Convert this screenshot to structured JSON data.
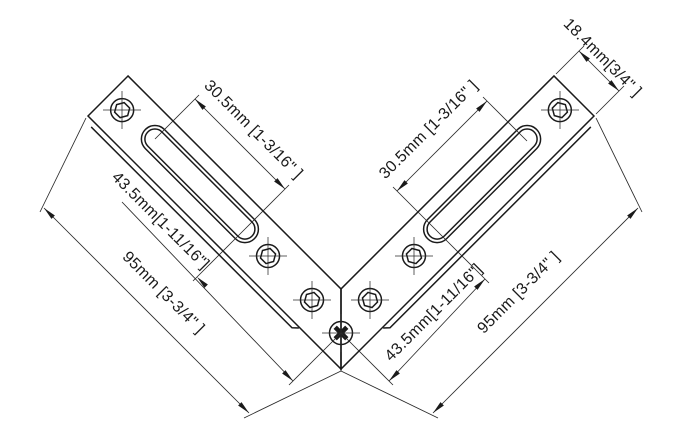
{
  "drawing": {
    "subject": "L-shaped corner bracket with slotted holes and screws",
    "line_color": "#1a1a1a",
    "background_color": "#ffffff"
  },
  "dimensions": {
    "left_arm": {
      "slot_length": "30.5mm [1-3/16\" ]",
      "slot_to_corner": "43.5mm[1-11/16\"]",
      "overall_length": "95mm [3-3/4\" ]"
    },
    "right_arm": {
      "end_width": "18.4mm[3/4\" ]",
      "slot_length": "30.5mm [1-3/16\" ]",
      "slot_to_corner": "43.5mm[1-11/16\"]",
      "overall_length": "95mm [3-3/4\" ]"
    }
  }
}
